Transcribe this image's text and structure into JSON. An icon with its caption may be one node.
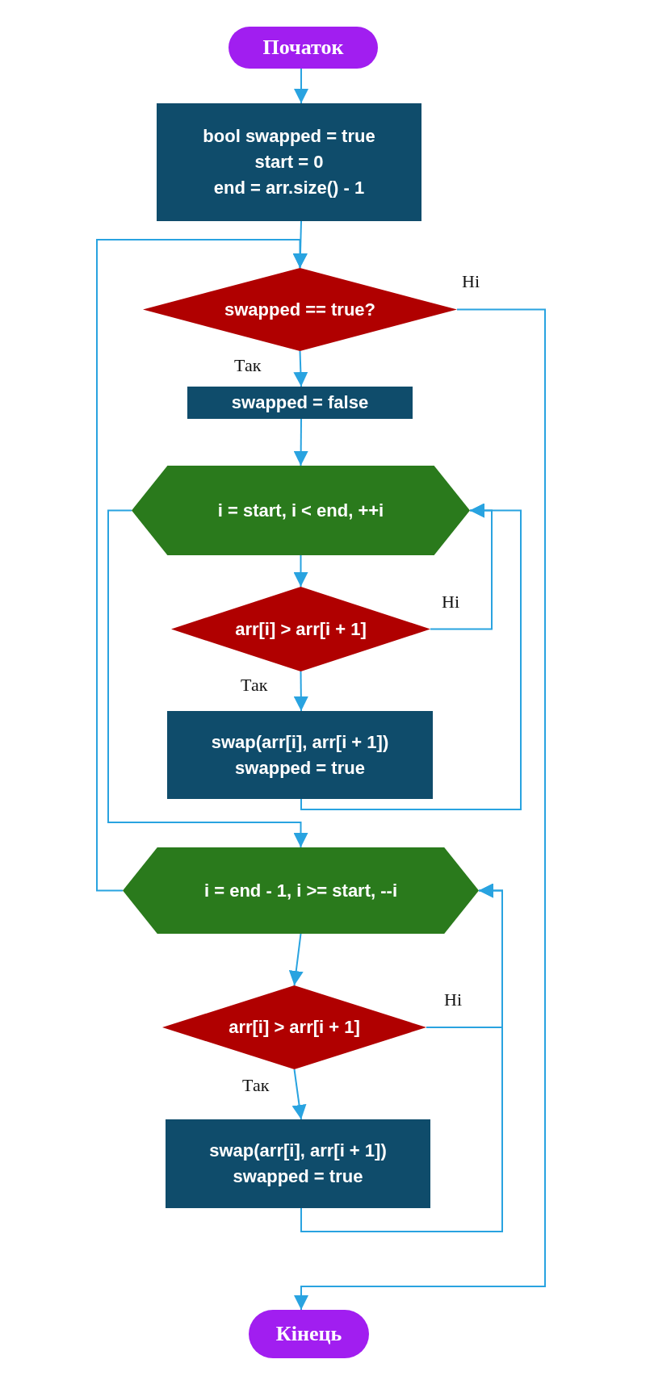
{
  "diagram": {
    "nodes": [
      {
        "text": [
          "Початок"
        ]
      },
      {
        "text": [
          "bool swapped = true",
          "start = 0",
          "end = arr.size() - 1"
        ]
      },
      {
        "text": [
          "swapped == true?"
        ]
      },
      {
        "text": [
          "swapped = false"
        ]
      },
      {
        "text": [
          "i = start, i < end, ++i"
        ]
      },
      {
        "text": [
          "arr[i] > arr[i + 1]"
        ]
      },
      {
        "text": [
          "swap(arr[i], arr[i + 1]) swapped = true"
        ]
      },
      {
        "text": [
          "i = end - 1, i >= start, --i"
        ]
      },
      {
        "text": [
          "arr[i] > arr[i + 1]"
        ]
      },
      {
        "text": [
          "swap(arr[i], arr[i + 1]) swapped = true"
        ]
      },
      {
        "text": [
          "Кінець"
        ]
      }
    ],
    "edges": [
      {
        "from": 0,
        "to": 1,
        "arrow": "to"
      },
      {
        "from": 1,
        "to": 2,
        "arrow": "to"
      },
      {
        "from": 2,
        "to": 3,
        "arrow": "to",
        "label": "Так"
      },
      {
        "from": 2,
        "to": 10,
        "arrow": "to",
        "label": "Ні"
      },
      {
        "from": 3,
        "to": 4,
        "arrow": "to"
      },
      {
        "from": 4,
        "to": 5,
        "arrow": "to"
      },
      {
        "from": 5,
        "to": 6,
        "arrow": "to",
        "label": "Так"
      },
      {
        "from": 5,
        "to": 4,
        "arrow": "to",
        "label": "Ні"
      },
      {
        "from": 6,
        "to": 4,
        "arrow": "to"
      },
      {
        "from": 4,
        "to": 7,
        "arrow": "to"
      },
      {
        "from": 7,
        "to": 2,
        "arrow": "to"
      },
      {
        "from": 7,
        "to": 8,
        "arrow": "to"
      },
      {
        "from": 8,
        "to": 9,
        "arrow": "to",
        "label": "Так"
      },
      {
        "from": 8,
        "to": 7,
        "arrow": "to",
        "label": "Ні"
      },
      {
        "from": 9,
        "to": 7,
        "arrow": "to"
      }
    ]
  }
}
